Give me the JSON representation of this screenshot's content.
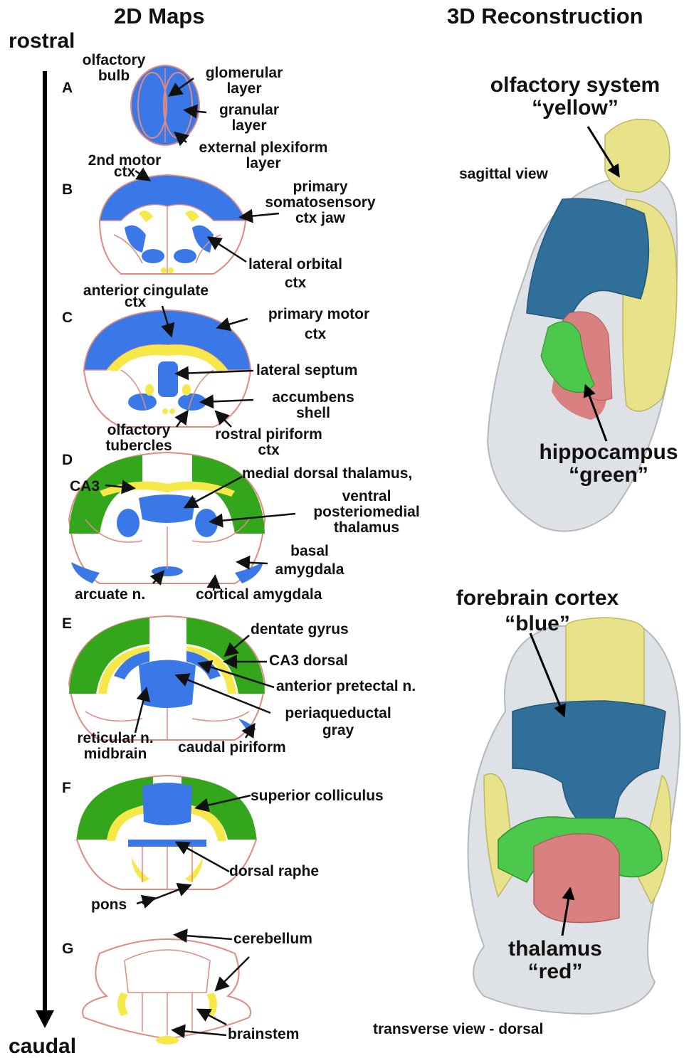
{
  "headers": {
    "maps": "2D Maps",
    "recon": "3D Reconstruction"
  },
  "axis": {
    "top": "rostral",
    "bottom": "caudal"
  },
  "panels": {
    "A": "A",
    "B": "B",
    "C": "C",
    "D": "D",
    "E": "E",
    "F": "F",
    "G": "G"
  },
  "labels": {
    "olfactory_bulb_1": "olfactory",
    "olfactory_bulb_2": "bulb",
    "glomerular_1": "glomerular",
    "glomerular_2": "layer",
    "granular_1": "granular",
    "granular_2": "layer",
    "epl_1": "external plexiform",
    "epl_2": "layer",
    "m2_1": "2nd motor",
    "m2_2": "ctx",
    "s1_1": "primary",
    "s1_2": "somatosensory",
    "s1_3": "ctx jaw",
    "lo_1": "lateral orbital",
    "lo_2": "ctx",
    "acc_1": "anterior cingulate",
    "acc_2": "ctx",
    "m1_1": "primary motor",
    "m1_2": "ctx",
    "ls": "lateral septum",
    "acb_1": "accumbens",
    "acb_2": "shell",
    "ot_1": "olfactory",
    "ot_2": "tubercles",
    "rpir_1": "rostral piriform",
    "rpir_2": "ctx",
    "ca3": "CA3",
    "md": "medial dorsal thalamus,",
    "vpm_1": "ventral",
    "vpm_2": "posteriomedial",
    "vpm_3": "thalamus",
    "basal_1": "basal",
    "basal_2": "amygdala",
    "arc": "arcuate n.",
    "cortam": "cortical amygdala",
    "dg": "dentate gyrus",
    "ca3d": "CA3 dorsal",
    "apt": "anterior pretectal n.",
    "pag_1": "periaqueductal",
    "pag_2": "gray",
    "ret_1": "reticular n.",
    "ret_2": "midbrain",
    "cpir": "caudal piriform",
    "sc": "superior colliculus",
    "dr": "dorsal raphe",
    "pons": "pons",
    "cb": "cerebellum",
    "bs": "brainstem"
  },
  "recon_labels": {
    "olf_1": "olfactory system",
    "olf_2": "“yellow”",
    "sagittal": "sagittal view",
    "hip_1": "hippocampus",
    "hip_2": "“green”",
    "fore_1": "forebrain cortex",
    "fore_2": "“blue”",
    "thal_1": "thalamus",
    "thal_2": "“red”",
    "transverse": "transverse view - dorsal"
  },
  "colors": {
    "blue": "#3b78e7",
    "green": "#33a61c",
    "yellow": "#f7e84a",
    "outline": "#e08a80",
    "recon_yellow": "#e8e38a",
    "recon_blue": "#2f6f99",
    "recon_green": "#4cc84c",
    "recon_red": "#d98080"
  }
}
